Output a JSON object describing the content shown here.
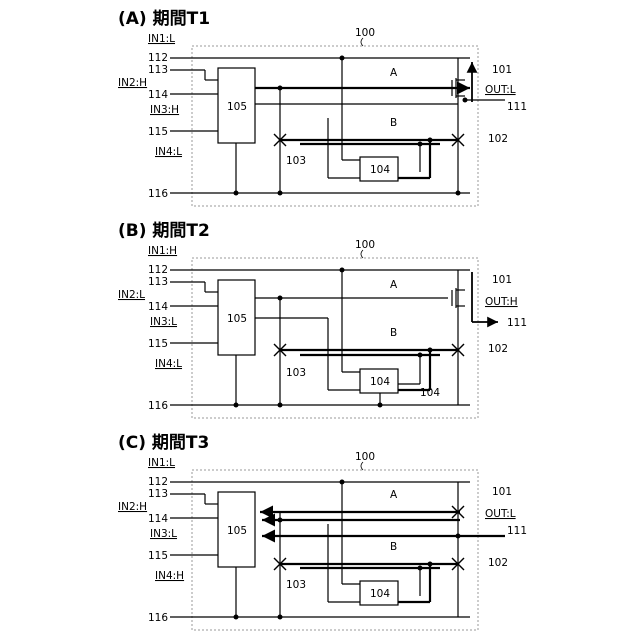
{
  "panels": [
    {
      "title": "(A) 期間T1",
      "module_label": "100",
      "inputs": {
        "in1": "IN1:L",
        "in2": "IN2:H",
        "in3": "IN3:H",
        "in4": "IN4:L"
      },
      "terminals": {
        "t112": "112",
        "t113": "113",
        "t114": "114",
        "t115": "115",
        "t116": "116"
      },
      "block_105": "105",
      "block_104": "104",
      "path_a": "A",
      "path_b": "B",
      "ref_101": "101",
      "ref_102": "102",
      "ref_103": "103",
      "ref_111": "111",
      "ref_104_out": "",
      "output": "OUT:L"
    },
    {
      "title": "(B) 期間T2",
      "module_label": "100",
      "inputs": {
        "in1": "IN1:H",
        "in2": "IN2:L",
        "in3": "IN3:L",
        "in4": "IN4:L"
      },
      "terminals": {
        "t112": "112",
        "t113": "113",
        "t114": "114",
        "t115": "115",
        "t116": "116"
      },
      "block_105": "105",
      "block_104": "104",
      "path_a": "A",
      "path_b": "B",
      "ref_101": "101",
      "ref_102": "102",
      "ref_103": "103",
      "ref_111": "111",
      "ref_104_out": "104",
      "output": "OUT:H"
    },
    {
      "title": "(C) 期間T3",
      "module_label": "100",
      "inputs": {
        "in1": "IN1:L",
        "in2": "IN2:H",
        "in3": "IN3:L",
        "in4": "IN4:H"
      },
      "terminals": {
        "t112": "112",
        "t113": "113",
        "t114": "114",
        "t115": "115",
        "t116": "116"
      },
      "block_105": "105",
      "block_104": "104",
      "path_a": "A",
      "path_b": "B",
      "ref_101": "101",
      "ref_102": "102",
      "ref_103": "103",
      "ref_111": "111",
      "ref_104_out": "",
      "output": "OUT:L"
    }
  ]
}
